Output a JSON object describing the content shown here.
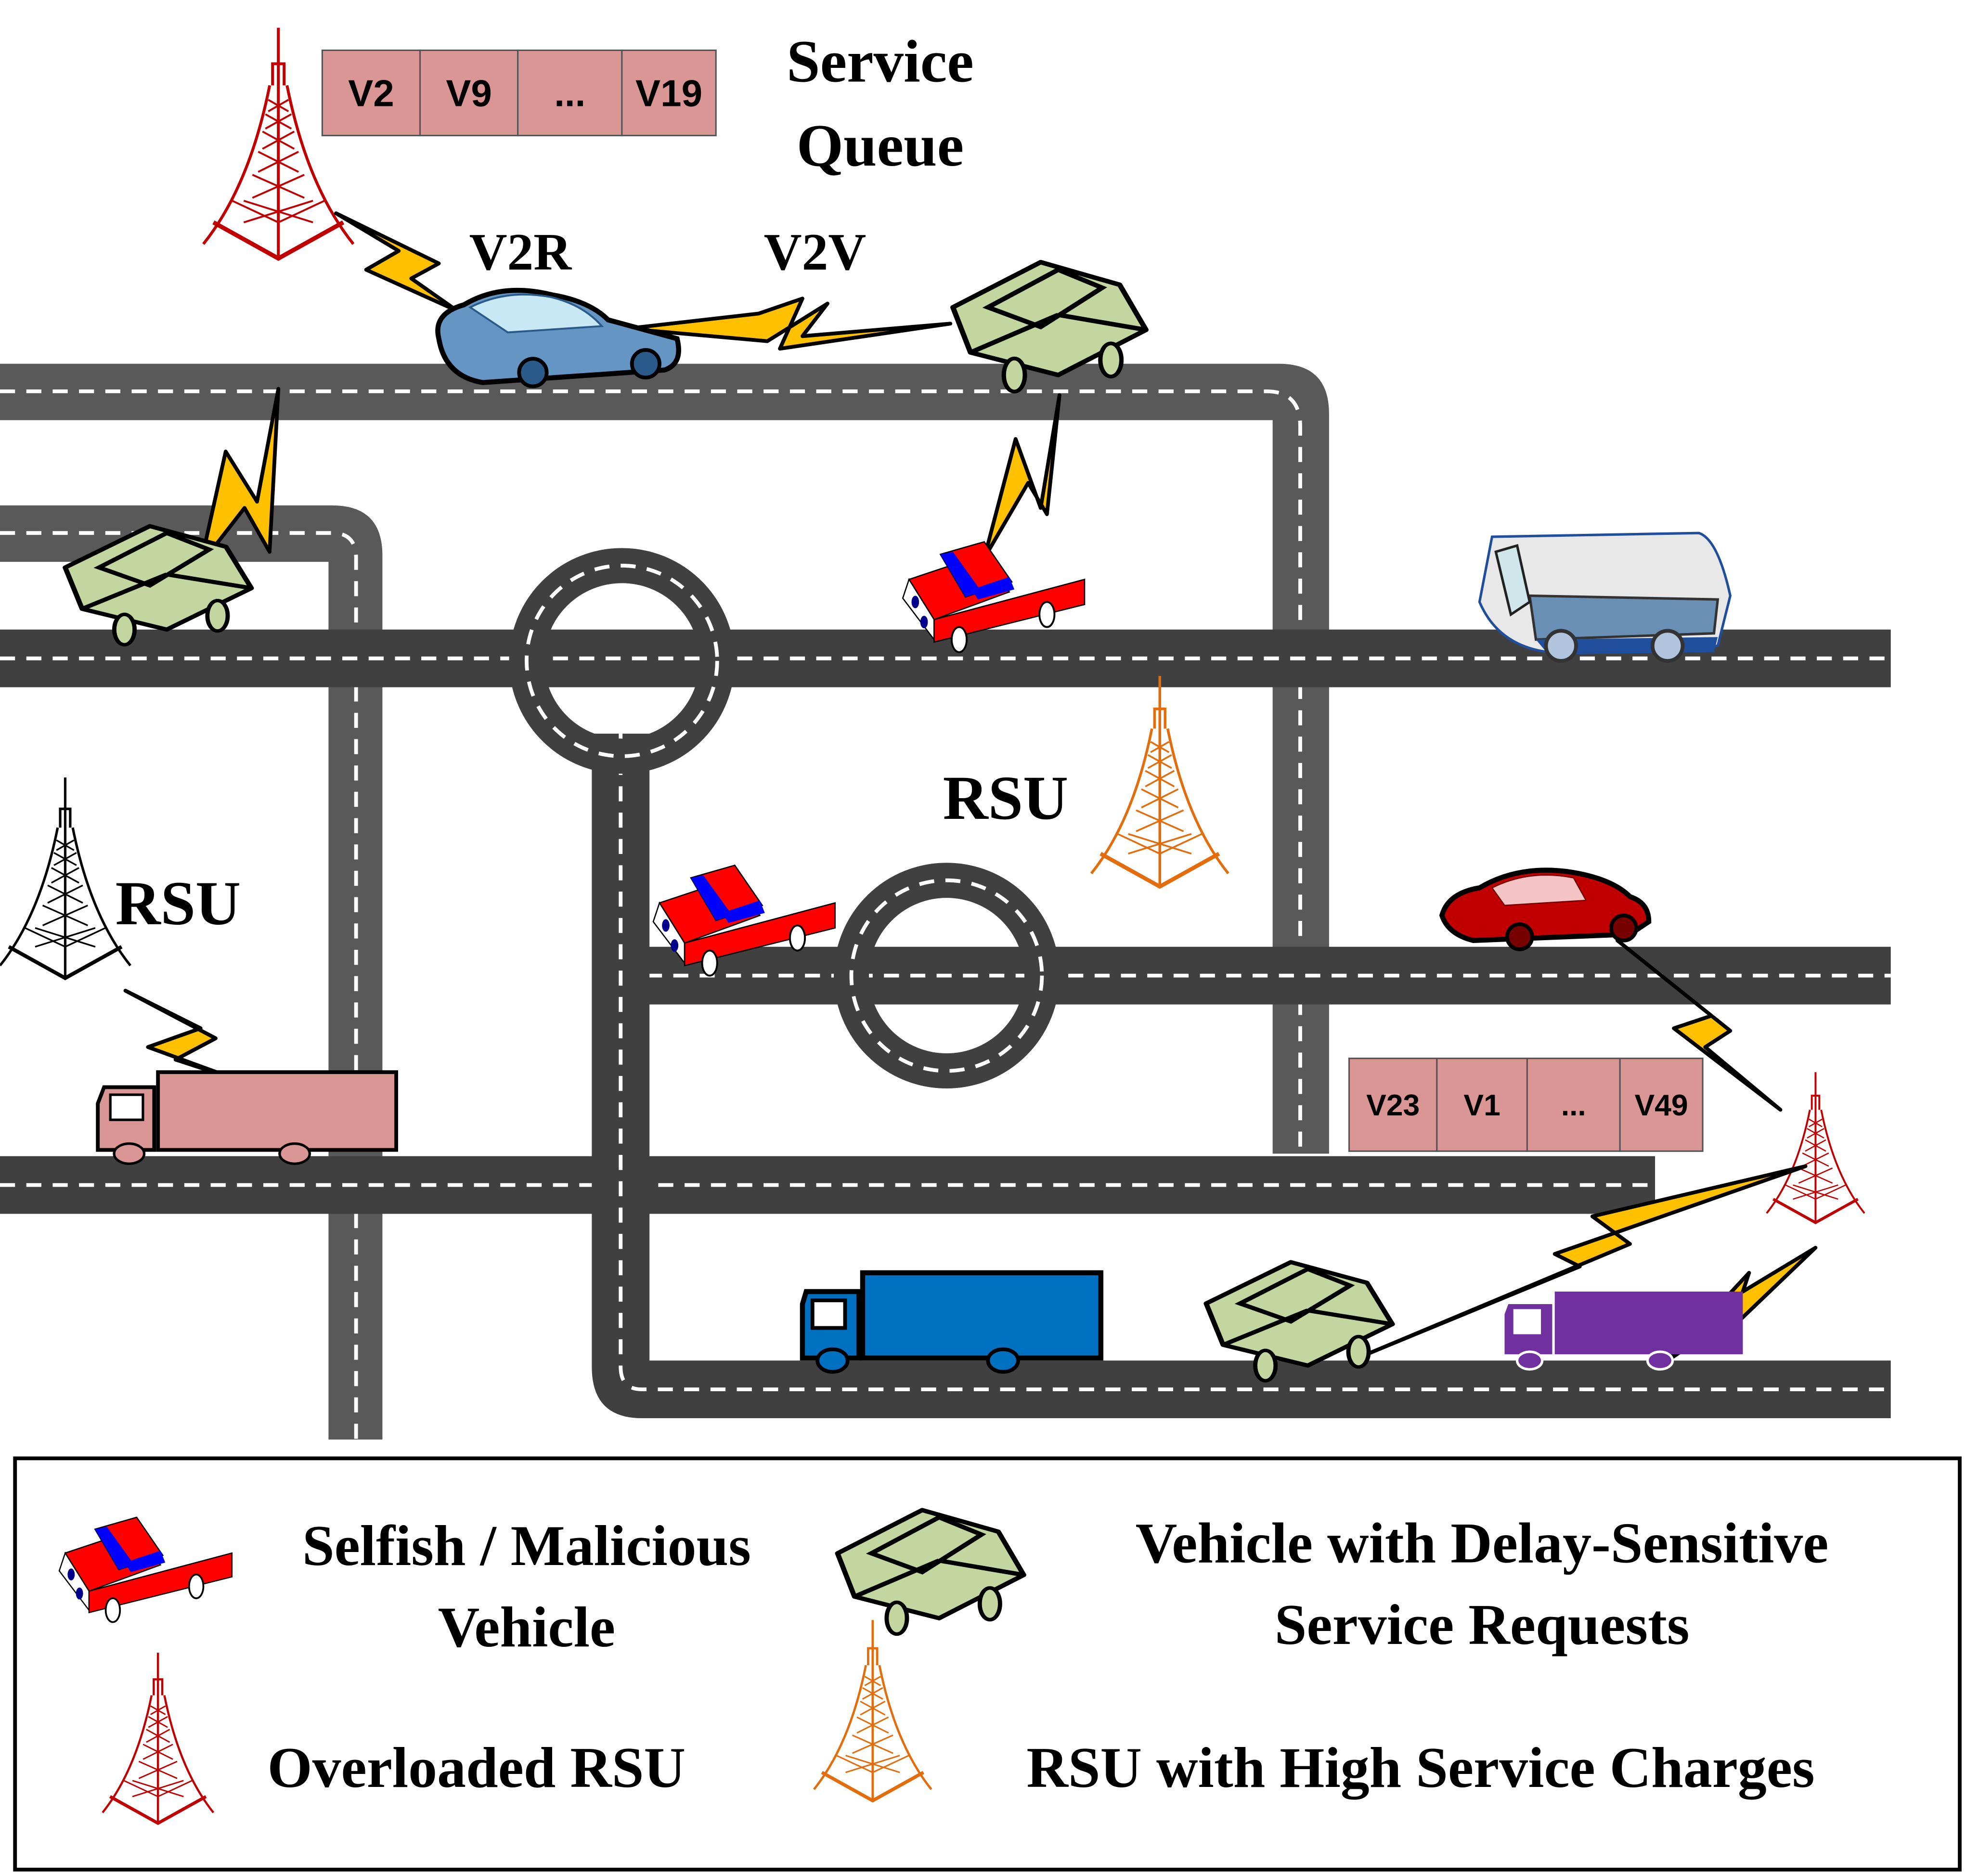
{
  "diagram": {
    "title_label": "Service\nQueue",
    "title_lines": [
      "Service",
      "Queue"
    ],
    "link_labels": {
      "v2r": "V2R",
      "v2v": "V2V"
    },
    "rsu_labels": [
      "RSU",
      "RSU"
    ],
    "service_queues": [
      {
        "name": "top-queue",
        "cells": [
          "V2",
          "V9",
          "...",
          "V19"
        ]
      },
      {
        "name": "bottom-right-queue",
        "cells": [
          "V23",
          "V1",
          "...",
          "V49"
        ]
      }
    ],
    "colors": {
      "road_dark": "#404040",
      "road_gray": "#595959",
      "queue_fill": "#d99694",
      "lightning": "#ffc000",
      "overloaded_rsu": "#c00000",
      "high_charge_rsu": "#e46c0a",
      "normal_rsu": "#000000",
      "delay_sensitive_vehicle": "#c4d6a0",
      "malicious_vehicle_body": "#ff0000",
      "malicious_vehicle_roof": "#0000ff",
      "blue_truck": "#0070c0",
      "purple_truck": "#7030a0",
      "pink_truck": "#d99694"
    }
  },
  "legend": {
    "items": [
      {
        "icon": "malicious-vehicle-icon",
        "lines": [
          "Selfish / Malicious",
          "Vehicle"
        ]
      },
      {
        "icon": "delay-sensitive-vehicle-icon",
        "lines": [
          "Vehicle with Delay-Sensitive",
          "Service Requests"
        ]
      },
      {
        "icon": "overloaded-rsu-icon",
        "lines": [
          "Overloaded RSU"
        ]
      },
      {
        "icon": "high-charge-rsu-icon",
        "lines": [
          "RSU with High Service Charges"
        ]
      }
    ]
  }
}
